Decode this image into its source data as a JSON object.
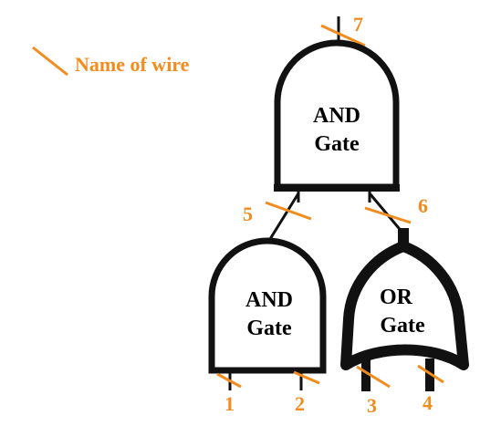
{
  "colors": {
    "accent": "#F28C1E",
    "stroke": "#111111",
    "text": "#000000"
  },
  "legend": {
    "label": "Name of wire"
  },
  "gates": {
    "top_and": {
      "line1": "AND",
      "line2": "Gate"
    },
    "bottom_and": {
      "line1": "AND",
      "line2": "Gate"
    },
    "or": {
      "line1": "OR",
      "line2": "Gate"
    }
  },
  "wires": {
    "w1": "1",
    "w2": "2",
    "w3": "3",
    "w4": "4",
    "w5": "5",
    "w6": "6",
    "w7": "7"
  }
}
